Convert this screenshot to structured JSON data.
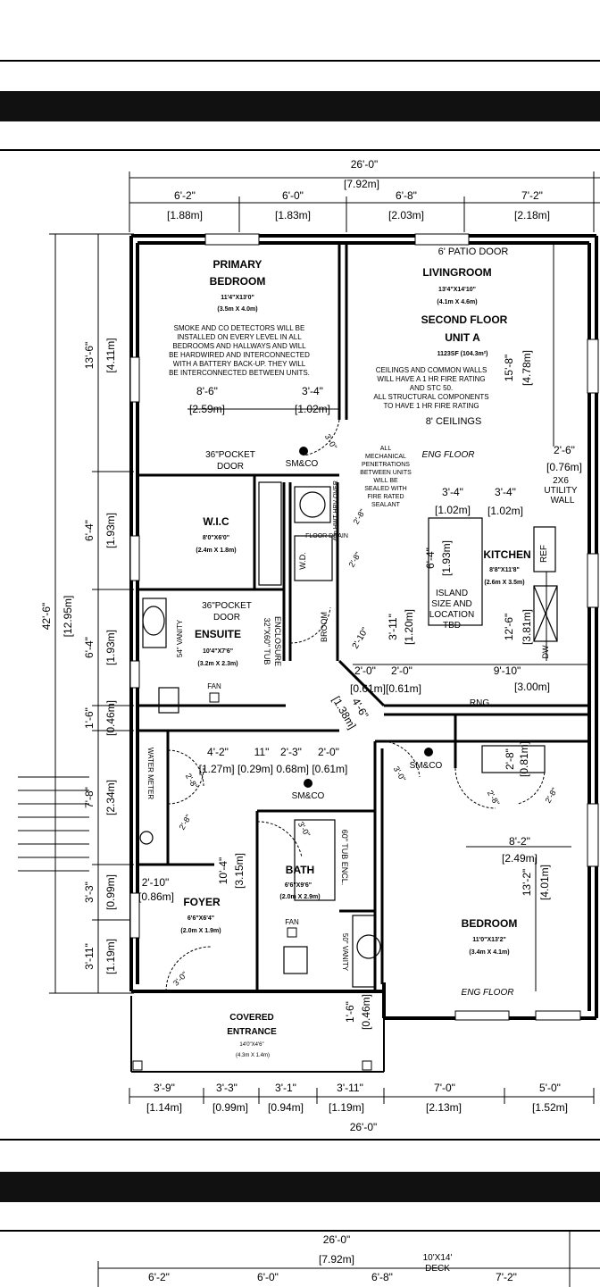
{
  "dims": {
    "overall_top": "26'-0\"",
    "overall_top_m": "[7.92m]",
    "top_segments": [
      {
        "ft": "6'-2\"",
        "m": "[1.88m]"
      },
      {
        "ft": "6'-0\"",
        "m": "[1.83m]"
      },
      {
        "ft": "6'-8\"",
        "m": "[2.03m]"
      },
      {
        "ft": "7'-2\"",
        "m": "[2.18m]"
      }
    ],
    "overall_left": "42'-6\"",
    "overall_left_m": "[12.95m]",
    "left_segments": [
      {
        "ft": "13'-6\"",
        "m": "[4.11m]"
      },
      {
        "ft": "6'-4\"",
        "m": "[1.93m]"
      },
      {
        "ft": "6'-4\"",
        "m": "[1.93m]"
      },
      {
        "ft": "1'-6\"",
        "m": "[0.46m]"
      },
      {
        "ft": "7'-8\"",
        "m": "[2.34m]"
      },
      {
        "ft": "3'-3\"",
        "m": "[0.99m]"
      },
      {
        "ft": "3'-11\"",
        "m": "[1.19m]"
      }
    ],
    "bottom_segments": [
      {
        "ft": "3'-9\"",
        "m": "[1.14m]"
      },
      {
        "ft": "3'-3\"",
        "m": "[0.99m]"
      },
      {
        "ft": "3'-1\"",
        "m": "[0.94m]"
      },
      {
        "ft": "3'-11\"",
        "m": "[1.19m]"
      },
      {
        "ft": "7'-0\"",
        "m": "[2.13m]"
      },
      {
        "ft": "5'-0\"",
        "m": "[1.52m]"
      }
    ],
    "overall_bottom": "26'-0\"",
    "right_15_8": "15'-8\"",
    "right_15_8_m": "[4.78m]",
    "right_12_6": "12'-6\"",
    "right_12_6_m": "[3.81m]",
    "right_13_2": "13'-2\"",
    "right_13_2_m": "[4.01m]",
    "right_2_6": "2'-6\"",
    "right_2_6_m": "[0.76m]",
    "primary_8_6": "8'-6\"",
    "primary_8_6_m": "[2.59m]",
    "primary_3_4": "3'-4\"",
    "primary_3_4_m": "[1.02m]",
    "kit_3_4a": "3'-4\"",
    "kit_3_4a_m": "[1.02m]",
    "kit_3_4b": "3'-4\"",
    "kit_3_4b_m": "[1.02m]",
    "island_6_4": "6'-4\"",
    "island_6_4_m": "[1.93m]",
    "hall_3_11": "3'-11\"",
    "hall_3_11_m": "[1.20m]",
    "hall_2_0a": "2'-0\"",
    "hall_2_0b": "2'-0\"",
    "hall_0_61a": "[0.61m]",
    "hall_0_61b": "[0.61m]",
    "kit_9_10": "9'-10\"",
    "kit_9_10_m": "[3.00m]",
    "diag_4_6": "4'-6\"",
    "diag_4_6_m": "[1.38m]",
    "hall_4_2": "4'-2\"",
    "hall_11": "11\"",
    "hall_2_3": "2'-3\"",
    "hall_2_0c": "2'-0\"",
    "hall_row_m": "[1.27m] [0.29m] 0.68m] [0.61m]",
    "bed_2_8": "2'-8\"",
    "bed_2_8_m": "[0.81m]",
    "bed_8_2": "8'-2\"",
    "bed_8_2_m": "[2.49m]",
    "foyer_2_10": "2'-10\"",
    "foyer_2_10_m": "[0.86m]",
    "bath_10_4": "10'-4\"",
    "bath_10_4_m": "[3.15m]",
    "vanity_1_6": "1'-6\"",
    "vanity_1_6_m": "[0.46m]",
    "lower_overall": "26'-0\"",
    "lower_overall_m": "[7.92m]",
    "lower_segments": [
      "6'-2\"",
      "6'-0\"",
      "6'-8\"",
      "7'-2\""
    ]
  },
  "rooms": {
    "primary_bedroom": {
      "line1": "PRIMARY",
      "line2": "BEDROOM",
      "size_ft": "11'4\"X13'0\"",
      "size_m": "(3.5m X 4.0m)"
    },
    "smoke_note": [
      "SMOKE AND CO DETECTORS WILL BE",
      "INSTALLED ON EVERY LEVEL IN ALL",
      "BEDROOMS AND HALLWAYS AND WILL",
      "BE HARDWIRED AND INTERCONNECTED",
      "WITH A BATTERY BACK-UP. THEY WILL",
      "BE INTERCONNECTED BETWEEN UNITS."
    ],
    "patio_door": "6' PATIO DOOR",
    "livingroom": {
      "name": "LIVINGROOM",
      "size_ft": "13'4\"X14'10\"",
      "size_m": "(4.1m X 4.6m)"
    },
    "second_floor": {
      "line1": "SECOND FLOOR",
      "line2": "UNIT A",
      "area": "1123SF (104.3m²)"
    },
    "ceiling_note": [
      "CEILINGS AND COMMON WALLS",
      "WILL HAVE A 1 HR FIRE RATING",
      "AND STC 50.",
      "ALL STRUCTURAL COMPONENTS",
      "TO HAVE 1 HR FIRE RATING"
    ],
    "ceilings_8": "8' CEILINGS",
    "eng_floor_1": "ENG FLOOR",
    "mech_note": [
      "ALL",
      "MECHANICAL",
      "PENETRATIONS",
      "BETWEEN UNITS",
      "WILL BE",
      "SEALED WITH",
      "FIRE RATED",
      "SEALANT"
    ],
    "pocket_door_1": [
      "36\"POCKET",
      "DOOR"
    ],
    "sm_co_1": "SM&CO",
    "wic": {
      "name": "W.I.C",
      "size_ft": "8'0\"X6'0\"",
      "size_m": "(2.4m X 1.8m)"
    },
    "hwt": "40g HWT HRV OVER",
    "floor_drain": "FLOOR DRAIN",
    "wd": "W.D.",
    "utility_wall": [
      "2X6",
      "UTILITY",
      "WALL"
    ],
    "kitchen": {
      "name": "KITCHEN",
      "size_ft": "8'8\"X11'8\"",
      "size_m": "(2.6m X 3.5m)"
    },
    "ref": "REF",
    "dw": "DW",
    "island": [
      "ISLAND",
      "SIZE AND",
      "LOCATION",
      "TBD"
    ],
    "pocket_door_2": [
      "36\"POCKET",
      "DOOR"
    ],
    "vanity_54": "54\" VANITY",
    "ensuite": {
      "name": "ENSUITE",
      "size_ft": "10'4\"X7'6\"",
      "size_m": "(3.2m X 2.3m)"
    },
    "tub_enclosure": [
      "32\"X60\" TUB",
      "ENCLOSURE"
    ],
    "broom": "BROOM",
    "fan_1": "FAN",
    "rng": "RNG",
    "water_meter": "WATER METER",
    "sm_co_2": "SM&CO",
    "sm_co_3": "SM&CO",
    "door_2_8a": "2'-8\"",
    "door_2_8b": "2'-8\"",
    "door_2_8c": "2'-8\"",
    "door_2_8d": "2'-8\"",
    "door_2_8e": "2'-8\"",
    "door_2_8f": "2'-8\"",
    "door_3_0a": "3'-0\"",
    "door_3_0b": "3'-0\"",
    "door_3_0c": "3'-0\"",
    "door_3_0d": "3'-0\"",
    "door_2_10": "2'-10\"",
    "bath": {
      "name": "BATH",
      "size_ft": "6'6\"X9'6\"",
      "size_m": "(2.0m X 2.9m)"
    },
    "tub_encl_60": "60\" TUB ENCL.",
    "vanity_50": "50\" VANITY",
    "fan_2": "FAN",
    "foyer": {
      "name": "FOYER",
      "size_ft": "6'6\"X6'4\"",
      "size_m": "(2.0m X 1.9m)"
    },
    "bedroom": {
      "name": "BEDROOM",
      "size_ft": "11'0\"X13'2\"",
      "size_m": "(3.4m X 4.1m)"
    },
    "eng_floor_2": "ENG FLOOR",
    "covered_entrance": {
      "line1": "COVERED",
      "line2": "ENTRANCE",
      "size_ft": "14'0\"X4'6\"",
      "size_m": "(4.3m X 1.4m)"
    },
    "deck": [
      "10'X14'",
      "DECK"
    ]
  }
}
